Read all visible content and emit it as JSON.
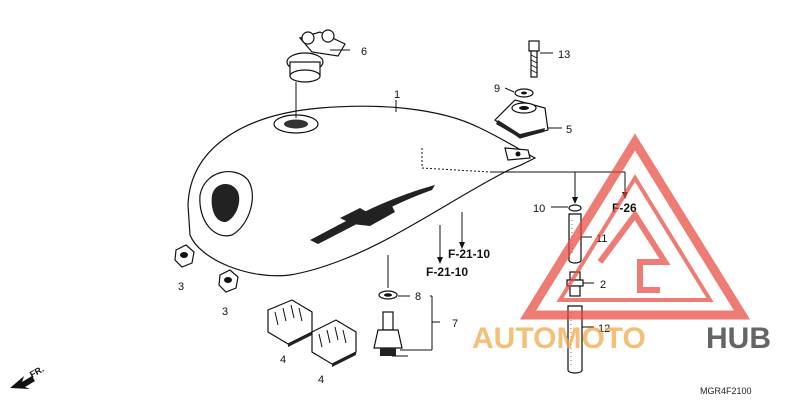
{
  "callouts": {
    "c1": "1",
    "c2": "2",
    "c3a": "3",
    "c3b": "3",
    "c4a": "4",
    "c4b": "4",
    "c5": "5",
    "c6": "6",
    "c7": "7",
    "c8": "8",
    "c9": "9",
    "c10": "10",
    "c11": "11",
    "c12": "12",
    "c13": "13"
  },
  "references": {
    "f21_a": "F-21-10",
    "f21_b": "F-21-10",
    "f26": "F-26"
  },
  "direction_label": "FR.",
  "diagram_code": "MGR4F2100",
  "watermark": {
    "part1": "AUTOMOTO",
    "part2": "HUB",
    "colors": {
      "triangle": "#e8453c",
      "auto": "#f0a94a",
      "hub": "#4a4a4a"
    }
  }
}
